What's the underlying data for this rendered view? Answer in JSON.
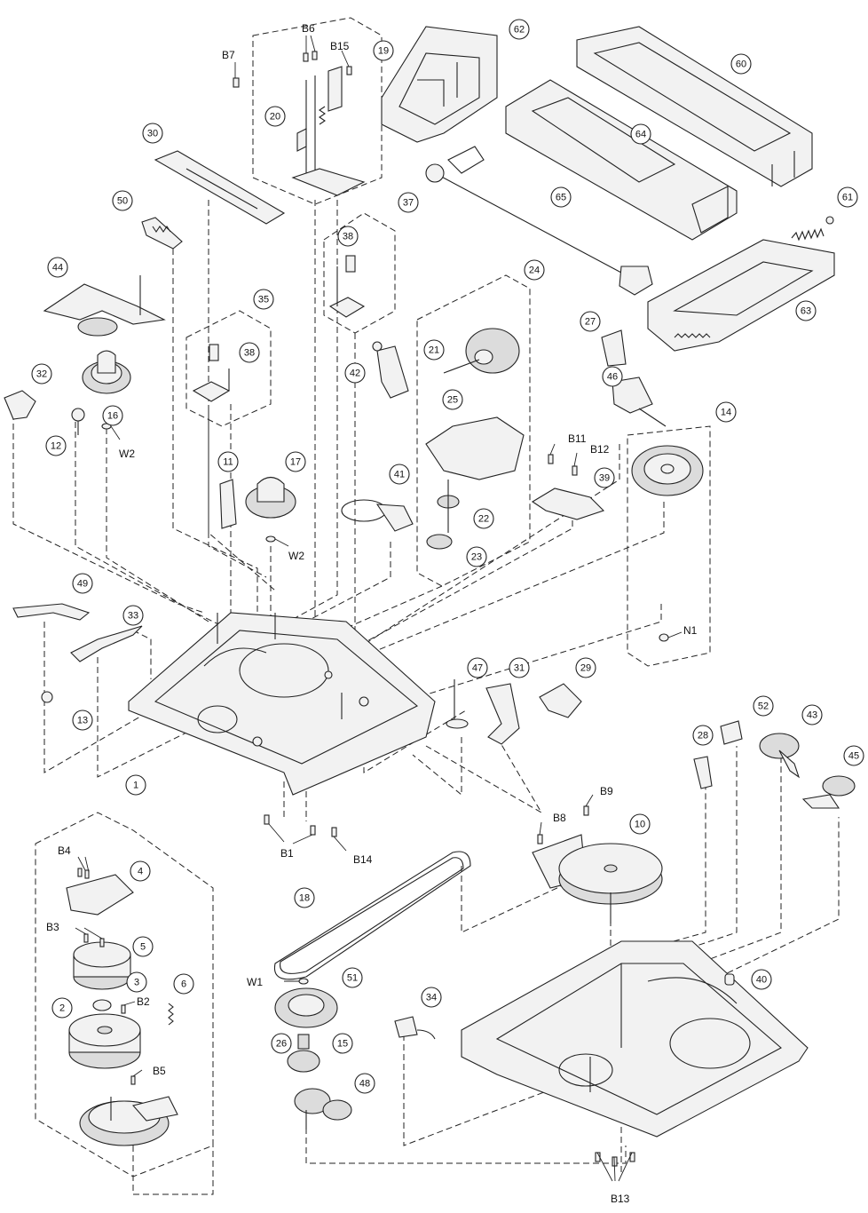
{
  "parts": [
    "1",
    "2",
    "3",
    "4",
    "5",
    "6",
    "10",
    "11",
    "12",
    "13",
    "14",
    "15",
    "16",
    "17",
    "18",
    "19",
    "20",
    "21",
    "22",
    "23",
    "24",
    "25",
    "26",
    "27",
    "28",
    "29",
    "30",
    "31",
    "32",
    "33",
    "34",
    "35",
    "37",
    "38a",
    "38b",
    "39",
    "40",
    "41",
    "42",
    "43",
    "44",
    "45",
    "46",
    "47",
    "48",
    "49",
    "50",
    "51",
    "52",
    "60",
    "61",
    "62",
    "63",
    "64",
    "65"
  ],
  "part_labels": {
    "1": "1",
    "2": "2",
    "3": "3",
    "4": "4",
    "5": "5",
    "6": "6",
    "10": "10",
    "11": "11",
    "12": "12",
    "13": "13",
    "14": "14",
    "15": "15",
    "16": "16",
    "17": "17",
    "18": "18",
    "19": "19",
    "20": "20",
    "21": "21",
    "22": "22",
    "23": "23",
    "24": "24",
    "25": "25",
    "26": "26",
    "27": "27",
    "28": "28",
    "29": "29",
    "30": "30",
    "31": "31",
    "32": "32",
    "33": "33",
    "34": "34",
    "35": "35",
    "37": "37",
    "38a": "38",
    "38b": "38",
    "39": "39",
    "40": "40",
    "41": "41",
    "42": "42",
    "43": "43",
    "44": "44",
    "45": "45",
    "46": "46",
    "47": "47",
    "48": "48",
    "49": "49",
    "50": "50",
    "51": "51",
    "52": "52",
    "60": "60",
    "61": "61",
    "62": "62",
    "63": "63",
    "64": "64",
    "65": "65"
  },
  "screws": [
    "B7",
    "B6",
    "B15",
    "B11",
    "B12",
    "B9",
    "B8",
    "B1",
    "B14",
    "B4",
    "B3",
    "B2",
    "B5",
    "B13"
  ],
  "screw_labels": {
    "B7": "B7",
    "B6": "B6",
    "B15": "B15",
    "B11": "B11",
    "B12": "B12",
    "B9": "B9",
    "B8": "B8",
    "B1": "B1",
    "B14": "B14",
    "B4": "B4",
    "B3": "B3",
    "B2": "B2",
    "B5": "B5",
    "B13": "B13"
  },
  "washers": {
    "W2a": "W2",
    "W2b": "W2",
    "W1": "W1",
    "N1": "N1"
  }
}
